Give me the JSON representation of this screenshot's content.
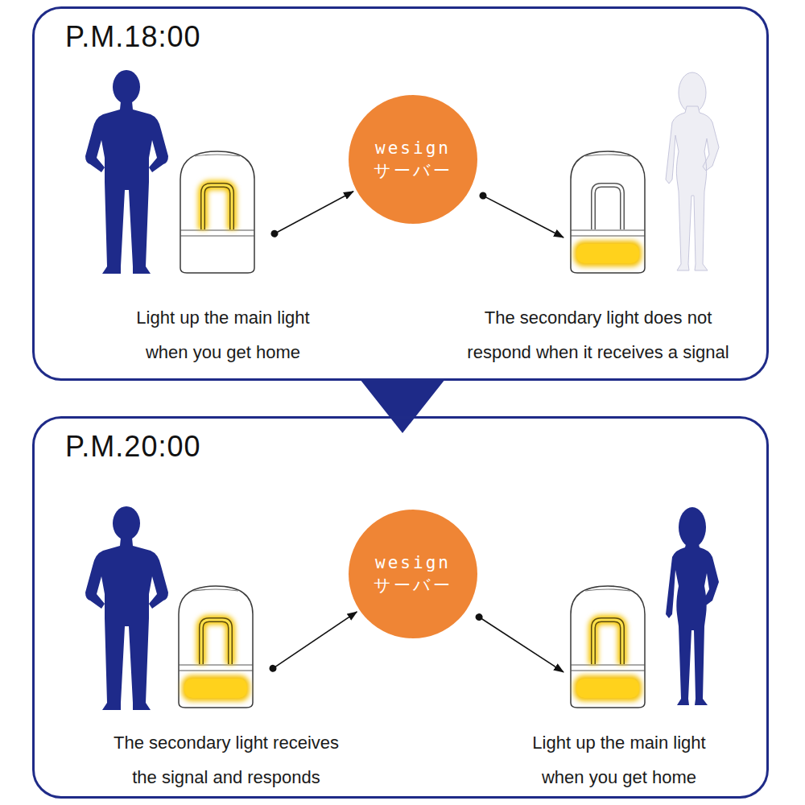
{
  "diagram": {
    "nodes": [
      {
        "text": [
          "P.M.18:00"
        ]
      },
      {
        "text": [
          "Light up the main light when you get home"
        ],
        "in": 0
      },
      {
        "text": [
          "wesign サーバー"
        ],
        "in": 0
      },
      {
        "text": [
          "The secondary light does not respond when it receives a signal"
        ],
        "in": 0
      },
      {
        "text": [
          "P.M.20:00"
        ]
      },
      {
        "text": [
          "The secondary light receives the signal and responds"
        ],
        "in": 4
      },
      {
        "text": [
          "wesign サーバー"
        ],
        "in": 4
      },
      {
        "text": [
          "Light up the main light when you get home"
        ],
        "in": 4
      }
    ],
    "edges": [
      {
        "from": 1,
        "to": 2,
        "arrow": "to"
      },
      {
        "from": 2,
        "to": 3,
        "arrow": "to"
      },
      {
        "from": 5,
        "to": 6,
        "arrow": "to"
      },
      {
        "from": 6,
        "to": 7,
        "arrow": "to"
      }
    ]
  }
}
